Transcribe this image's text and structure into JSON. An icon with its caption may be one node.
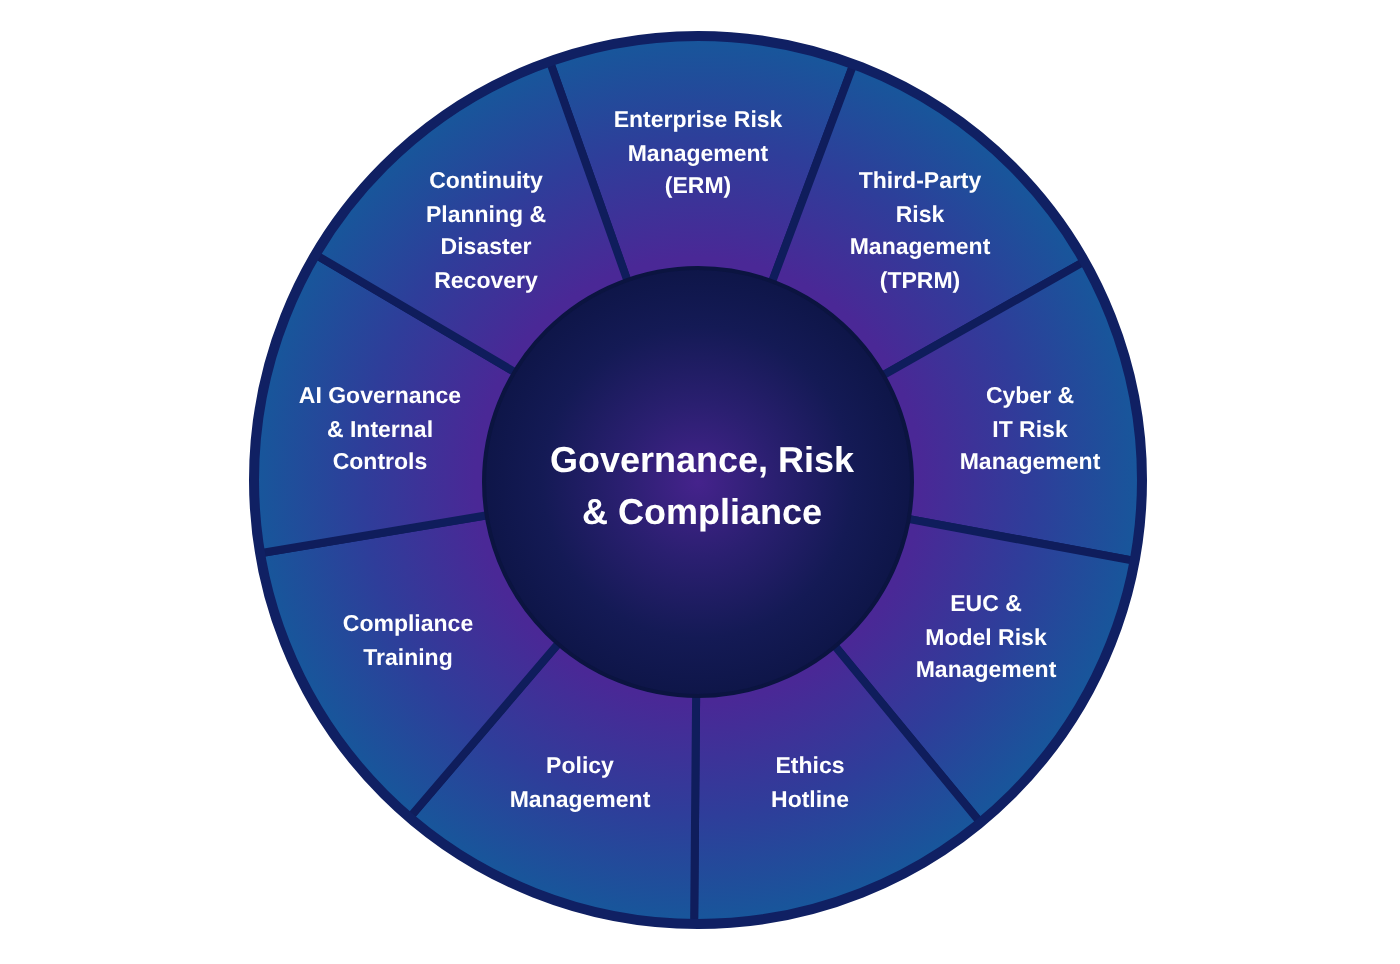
{
  "diagram": {
    "nodes": [
      {
        "text": [
          "Governance, Risk & Compliance"
        ]
      },
      {
        "text": [
          "Enterprise Risk Management (ERM)"
        ]
      },
      {
        "text": [
          "Third-Party Risk Management (TPRM)"
        ]
      },
      {
        "text": [
          "Cyber & IT Risk Management"
        ]
      },
      {
        "text": [
          "EUC & Model Risk Management"
        ]
      },
      {
        "text": [
          "Ethics Hotline"
        ]
      },
      {
        "text": [
          "Policy Management"
        ]
      },
      {
        "text": [
          "Compliance Training"
        ]
      },
      {
        "text": [
          "AI Governance & Internal Controls"
        ]
      },
      {
        "text": [
          "Continuity Planning & Disaster Recovery"
        ]
      }
    ]
  }
}
